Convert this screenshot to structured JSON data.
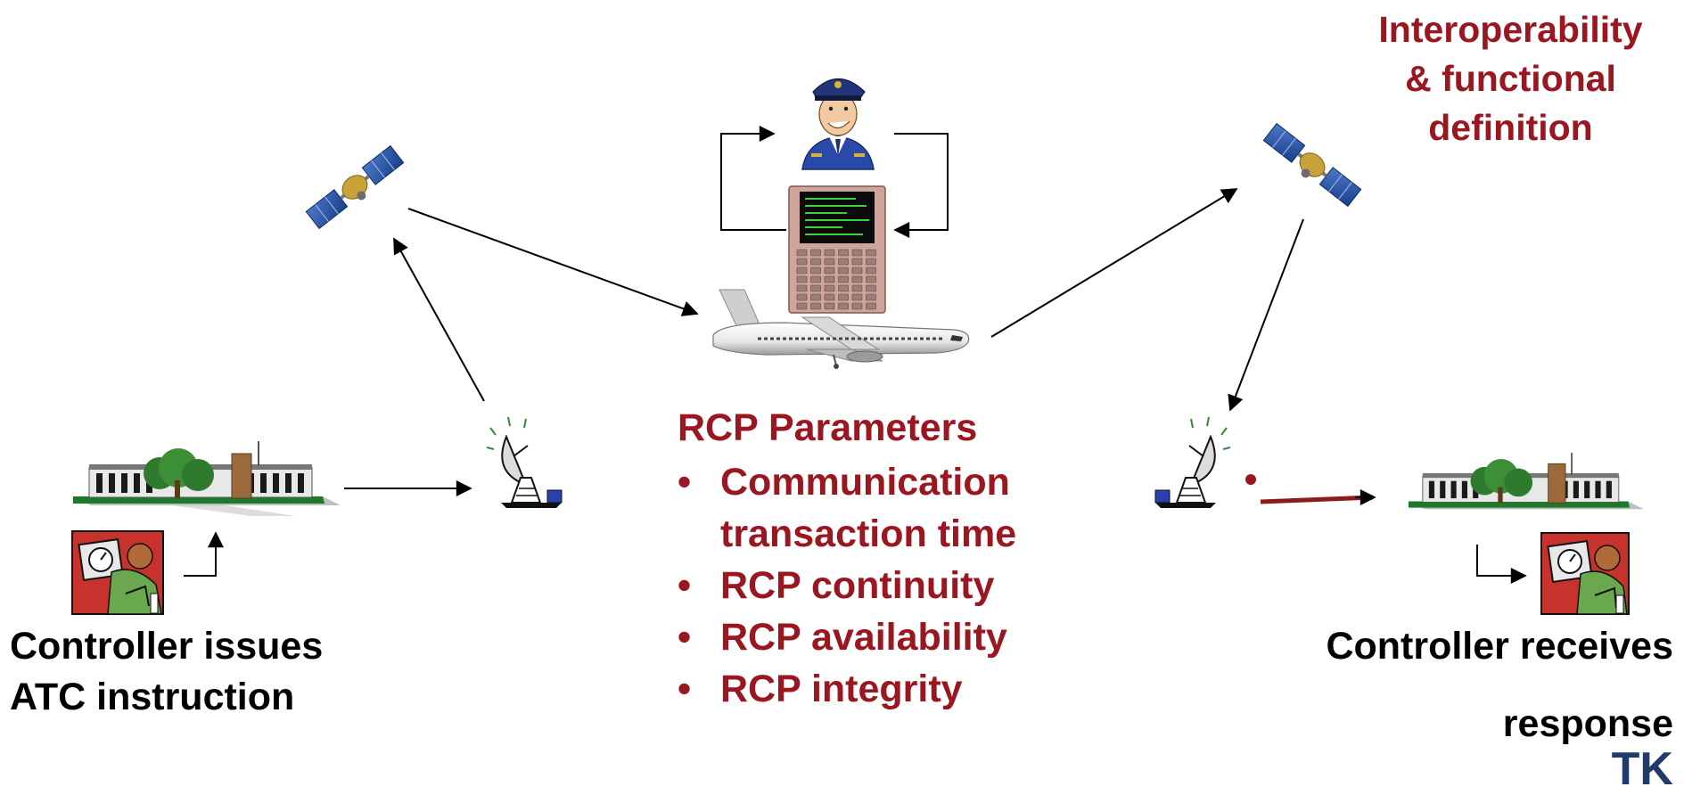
{
  "interop_title": [
    "Interoperability",
    "& functional",
    "definition"
  ],
  "rcp": {
    "heading": "RCP Parameters",
    "items": [
      {
        "lines": [
          "Communication",
          "transaction time"
        ]
      },
      {
        "lines": [
          "RCP continuity"
        ]
      },
      {
        "lines": [
          "RCP availability"
        ]
      },
      {
        "lines": [
          "RCP integrity"
        ]
      }
    ],
    "bullet": "•"
  },
  "left_caption": [
    "Controller issues",
    "ATC instruction"
  ],
  "right_caption": [
    "Controller receives",
    "response"
  ],
  "logo": "TK",
  "colors": {
    "accent_red": "#9a1620",
    "logo_blue": "#1f3a6b",
    "arrow": "#000000"
  },
  "icons": [
    "satellite-icon",
    "pilot-icon",
    "cockpit-display-unit-icon",
    "airplane-icon",
    "ground-station-antenna-icon",
    "control-center-building-icon",
    "controller-workstation-icon"
  ]
}
